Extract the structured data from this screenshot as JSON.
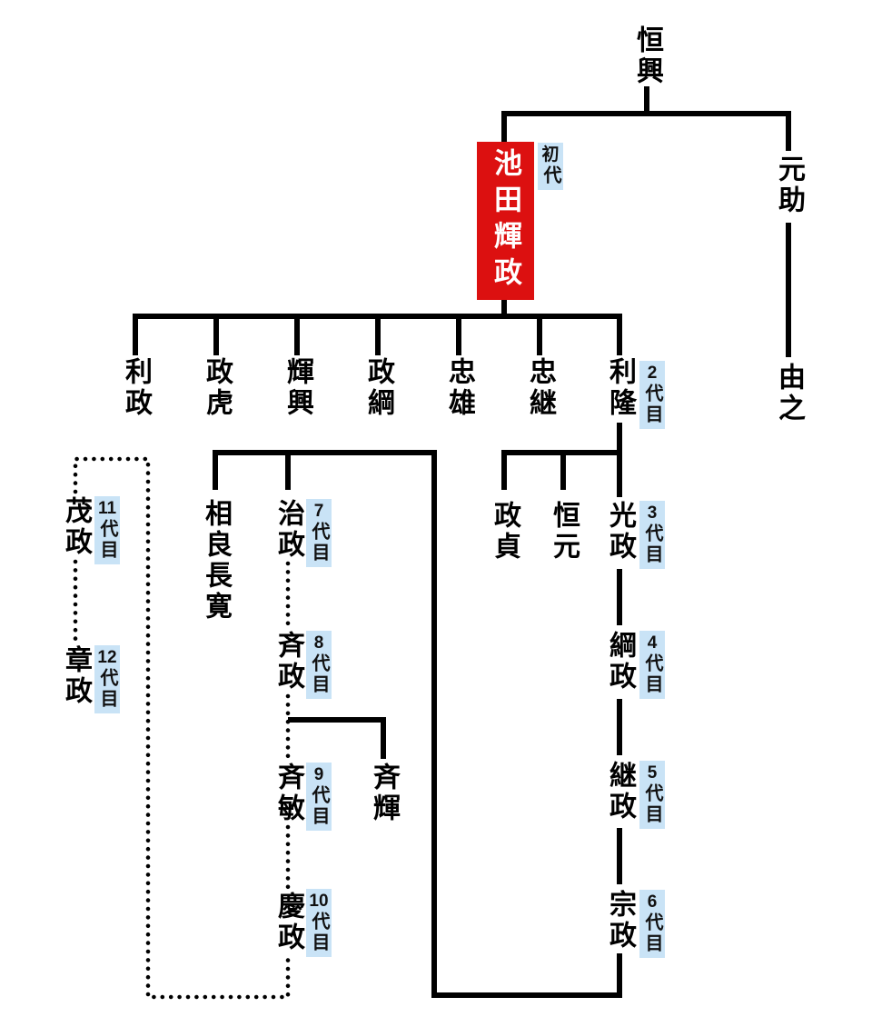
{
  "diagram": {
    "type": "family-tree",
    "subject": "池田家 系図",
    "colors": {
      "highlight_red": "#dc1010",
      "badge_blue": "#c9e3f6",
      "line_black": "#000000",
      "background": "#ffffff"
    }
  },
  "people": {
    "tsuneoki": {
      "name": "恒興"
    },
    "motosuke": {
      "name": "元助"
    },
    "yoshiyuki": {
      "name": "由之"
    },
    "terumasa": {
      "name": "池田輝政",
      "badge": {
        "num": "初",
        "suffix": "代"
      }
    },
    "toshimasa": {
      "name": "利政"
    },
    "masatora": {
      "name": "政虎"
    },
    "teruoki": {
      "name": "輝興"
    },
    "masatsuna": {
      "name": "政綱"
    },
    "tadao": {
      "name": "忠雄"
    },
    "tadatsugu": {
      "name": "忠継"
    },
    "toshitaka": {
      "name": "利隆",
      "badge": {
        "num": "2",
        "suffix": "代目"
      }
    },
    "masasada": {
      "name": "政貞"
    },
    "tsunemoto": {
      "name": "恒元"
    },
    "mitsumasa": {
      "name": "光政",
      "badge": {
        "num": "3",
        "suffix": "代目"
      }
    },
    "tsunamasa": {
      "name": "綱政",
      "badge": {
        "num": "4",
        "suffix": "代目"
      }
    },
    "tsugumasa": {
      "name": "継政",
      "badge": {
        "num": "5",
        "suffix": "代目"
      }
    },
    "munemasa": {
      "name": "宗政",
      "badge": {
        "num": "6",
        "suffix": "代目"
      }
    },
    "sagara_nagahiro": {
      "name": "相良長寛"
    },
    "harumasa": {
      "name": "治政",
      "badge": {
        "num": "7",
        "suffix": "代目"
      }
    },
    "narimasa": {
      "name": "斉政",
      "badge": {
        "num": "8",
        "suffix": "代目"
      }
    },
    "naritoshi": {
      "name": "斉敏",
      "badge": {
        "num": "9",
        "suffix": "代目"
      }
    },
    "nariteru": {
      "name": "斉輝"
    },
    "yoshimasa": {
      "name": "慶政",
      "badge": {
        "num": "10",
        "suffix": "代目"
      }
    },
    "shigemasa": {
      "name": "茂政",
      "badge": {
        "num": "11",
        "suffix": "代目"
      }
    },
    "akimasa": {
      "name": "章政",
      "badge": {
        "num": "12",
        "suffix": "代目"
      }
    }
  },
  "edges": [
    {
      "style": "solid",
      "from": "tsuneoki",
      "to": [
        "terumasa",
        "motosuke"
      ]
    },
    {
      "style": "solid",
      "from": "motosuke",
      "to": [
        "yoshiyuki"
      ]
    },
    {
      "style": "solid",
      "from": "terumasa",
      "to": [
        "toshimasa",
        "masatora",
        "teruoki",
        "masatsuna",
        "tadao",
        "tadatsugu",
        "toshitaka"
      ]
    },
    {
      "style": "solid",
      "from": "toshitaka",
      "to": [
        "masasada",
        "tsunemoto",
        "mitsumasa"
      ]
    },
    {
      "style": "solid",
      "from": "mitsumasa",
      "to": [
        "tsunamasa"
      ]
    },
    {
      "style": "solid",
      "from": "tsunamasa",
      "to": [
        "tsugumasa"
      ]
    },
    {
      "style": "solid",
      "from": "tsugumasa",
      "to": [
        "munemasa"
      ]
    },
    {
      "style": "solid",
      "from": "munemasa",
      "to": [
        "sagara_nagahiro",
        "harumasa"
      ]
    },
    {
      "style": "solid",
      "from": "narimasa",
      "to": [
        "nariteru"
      ]
    },
    {
      "style": "dotted",
      "from": "harumasa",
      "to": [
        "narimasa"
      ]
    },
    {
      "style": "dotted",
      "from": "narimasa",
      "to": [
        "naritoshi"
      ]
    },
    {
      "style": "dotted",
      "from": "naritoshi",
      "to": [
        "yoshimasa"
      ]
    },
    {
      "style": "dotted",
      "from": "yoshimasa",
      "to": [
        "shigemasa"
      ]
    },
    {
      "style": "dotted",
      "from": "shigemasa",
      "to": [
        "akimasa"
      ]
    }
  ]
}
